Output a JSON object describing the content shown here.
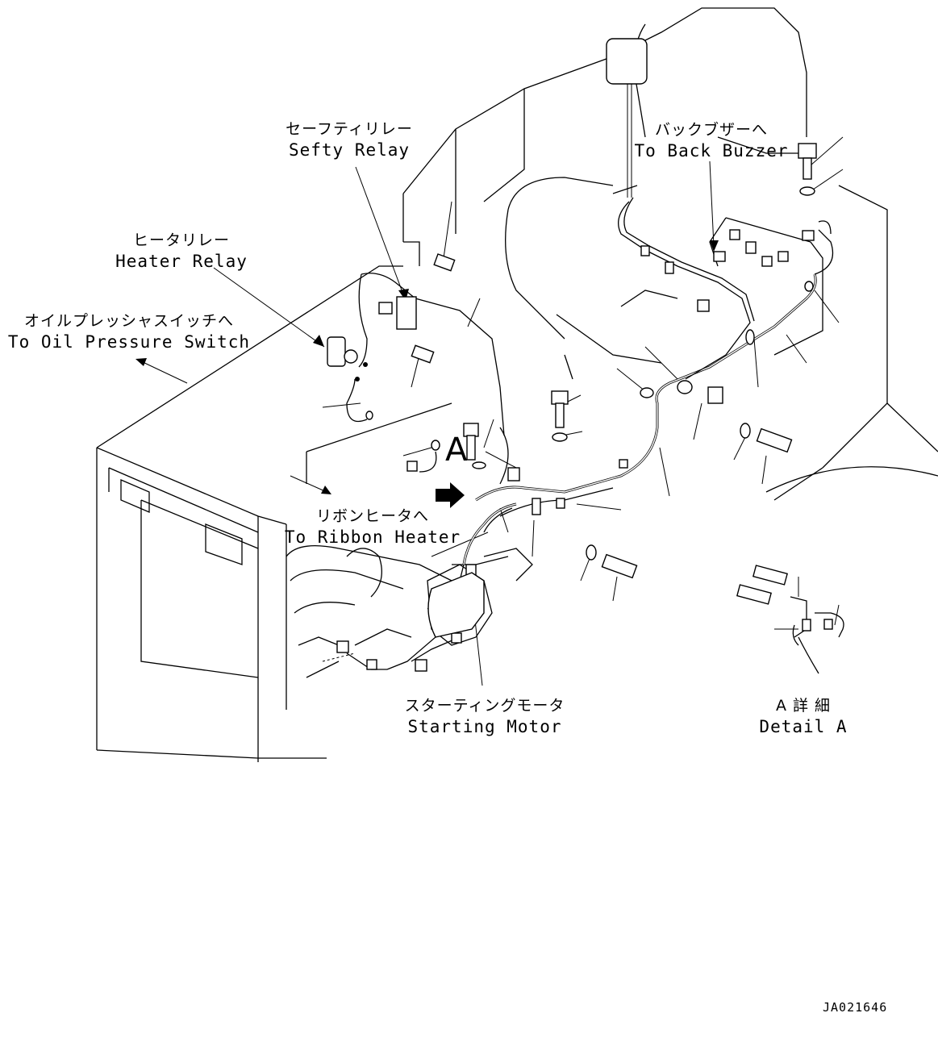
{
  "labels": {
    "safety_relay": {
      "jp": "セーフティリレー",
      "en": "Sefty Relay"
    },
    "heater_relay": {
      "jp": "ヒータリレー",
      "en": "Heater Relay"
    },
    "oil_pressure_switch": {
      "jp": "オイルプレッシャスイッチへ",
      "en": "To Oil Pressure Switch"
    },
    "back_buzzer": {
      "jp": "バックブザーへ",
      "en": "To Back Buzzer"
    },
    "ribbon_heater": {
      "jp": "リボンヒータへ",
      "en": "To Ribbon Heater"
    },
    "starting_motor": {
      "jp": "スターティングモータ",
      "en": "Starting Motor"
    },
    "detail_a": {
      "jp": "A 詳 細",
      "en": "Detail A"
    }
  },
  "callout_a": "A",
  "drawing_code": "JA021646"
}
